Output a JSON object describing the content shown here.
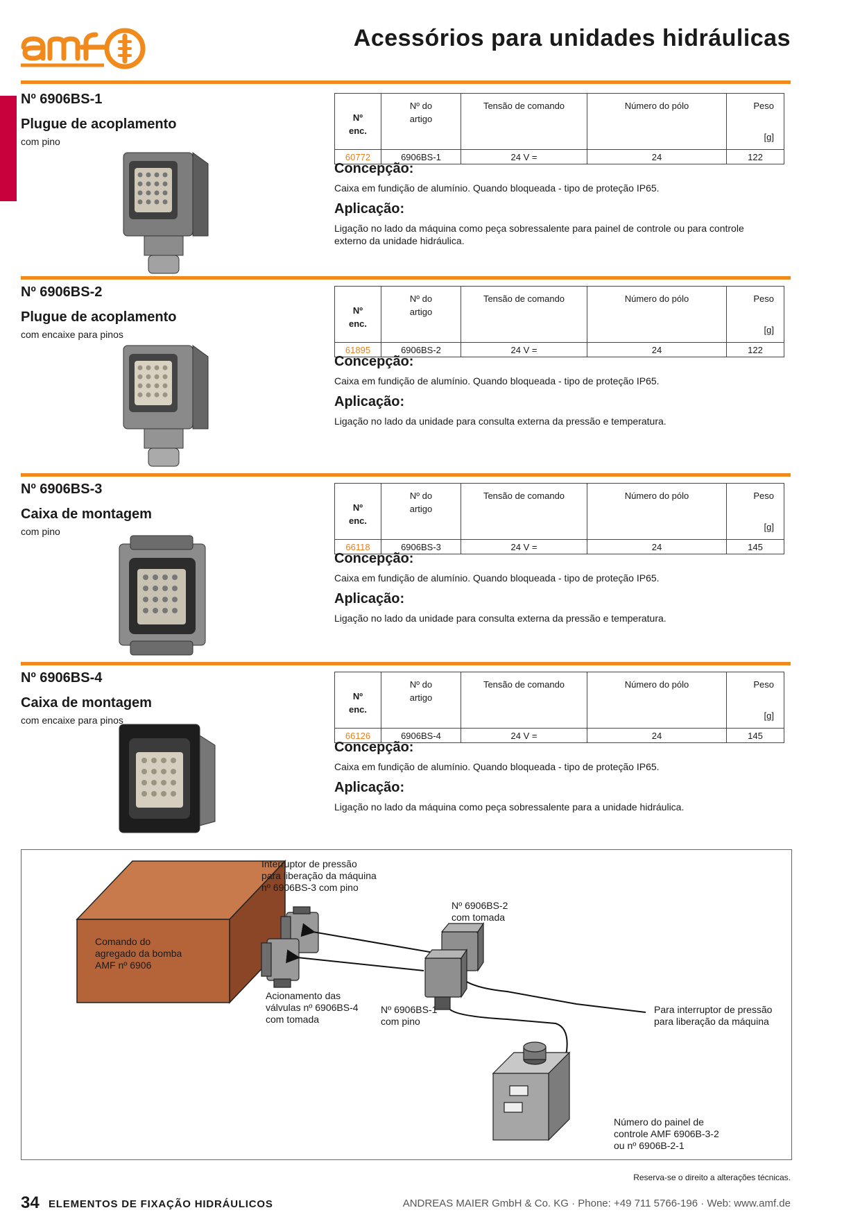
{
  "brand": {
    "logo_text": "amf",
    "accent": "#f08a1c",
    "tab_color": "#c8003c"
  },
  "page_title": "Acessórios para unidades hidráulicas",
  "table_headers": {
    "no_line1": "Nº",
    "no_line2": "enc.",
    "article_line1": "Nº do",
    "article_line2": "artigo",
    "voltage": "Tensão de comando",
    "poles": "Número do pólo",
    "weight": "Peso",
    "weight_unit": "[g]"
  },
  "headings": {
    "concep": "Concepção:",
    "aplic": "Aplicação:"
  },
  "sections": [
    {
      "number": "Nº 6906BS-1",
      "name": "Plugue de acoplamento",
      "sub": "com pino",
      "row": {
        "order_no": "60772",
        "article": "6906BS-1",
        "voltage": "24 V =",
        "poles": "24",
        "weight": "122"
      },
      "concep": "Caixa em fundição de alumínio. Quando bloqueada - tipo de proteção IP65.",
      "aplic": "Ligação no lado da máquina como peça sobressalente para painel de controle ou para controle externo da unidade hidráulica.",
      "image_icon": "coupling-plug-with-pins"
    },
    {
      "number": "Nº 6906BS-2",
      "name": "Plugue de acoplamento",
      "sub": "com encaixe para pinos",
      "row": {
        "order_no": "61895",
        "article": "6906BS-2",
        "voltage": "24 V =",
        "poles": "24",
        "weight": "122"
      },
      "concep": "Caixa em fundição de alumínio. Quando bloqueada - tipo de proteção IP65.",
      "aplic": "Ligação no lado da unidade para consulta externa da pressão e temperatura.",
      "image_icon": "coupling-plug-with-sockets"
    },
    {
      "number": "Nº 6906BS-3",
      "name": "Caixa de montagem",
      "sub": "com pino",
      "row": {
        "order_no": "66118",
        "article": "6906BS-3",
        "voltage": "24 V =",
        "poles": "24",
        "weight": "145"
      },
      "concep": "Caixa em fundição de alumínio. Quando bloqueada - tipo de proteção IP65.",
      "aplic": "Ligação no lado da unidade para consulta externa da pressão e temperatura.",
      "image_icon": "mounting-housing-with-pins"
    },
    {
      "number": "Nº 6906BS-4",
      "name": "Caixa de montagem",
      "sub": "com encaixe para pinos",
      "row": {
        "order_no": "66126",
        "article": "6906BS-4",
        "voltage": "24 V =",
        "poles": "24",
        "weight": "145"
      },
      "concep": "Caixa em fundição de alumínio. Quando bloqueada - tipo de proteção IP65.",
      "aplic": "Ligação no lado da máquina como peça sobressalente para a unidade hidráulica.",
      "image_icon": "mounting-housing-with-sockets"
    }
  ],
  "diagram": {
    "pressure_switch": [
      "Interruptor de pressão",
      "para liberação da máquina",
      "nº 6906BS-3 com pino"
    ],
    "bs2": [
      "Nº 6906BS-2",
      "com tomada"
    ],
    "pump_control": [
      "Comando do",
      "agregado da bomba",
      "AMF nº 6906"
    ],
    "valves": [
      "Acionamento das",
      "válvulas nº 6906BS-4",
      "com tomada"
    ],
    "bs1": [
      "Nº 6906BS-1",
      "com pino"
    ],
    "to_switch": [
      "Para interruptor de pressão",
      "para liberação da máquina"
    ],
    "panel": [
      "Número do painel de",
      "controle AMF 6906B-3-2",
      "ou nº 6906B-2-1"
    ],
    "box_color": "#b5643a"
  },
  "footer": {
    "note": "Reserva-se o direito a alterações técnicas.",
    "page_no": "34",
    "title": "ELEMENTOS DE FIXAÇÃO HIDRÁULICOS",
    "company": "ANDREAS MAIER GmbH & Co. KG · Phone: +49 711 5766-196 · Web: www.amf.de"
  }
}
